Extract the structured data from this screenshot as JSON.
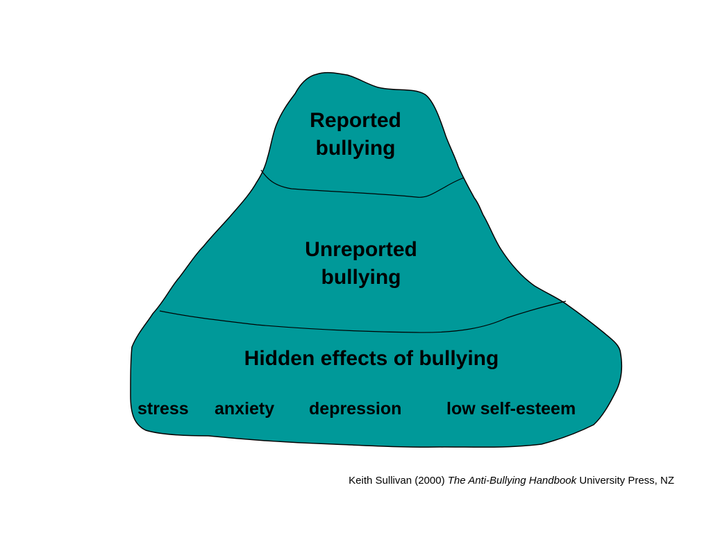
{
  "diagram": {
    "fill_color": "#009999",
    "outline_color": "#000000",
    "tiers": [
      {
        "lines": [
          "Reported",
          "bullying"
        ]
      },
      {
        "lines": [
          "Unreported",
          "bullying"
        ]
      },
      {
        "title": "Hidden effects of bullying"
      }
    ],
    "effects": [
      "stress",
      "anxiety",
      "depression",
      "low self-esteem"
    ]
  },
  "citation": {
    "author": "Keith Sullivan (2000)",
    "book": "The Anti-Bullying Handbook",
    "publisher": "University Press, NZ"
  }
}
